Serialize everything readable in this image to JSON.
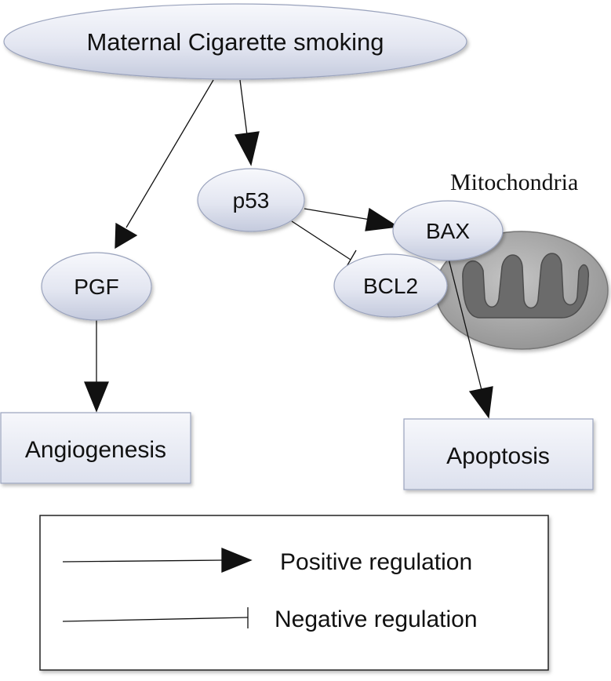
{
  "nodes": {
    "source": "Maternal Cigarette smoking",
    "p53": "p53",
    "pgf": "PGF",
    "bax": "BAX",
    "bcl2": "BCL2",
    "angiogenesis": "Angiogenesis",
    "apoptosis": "Apoptosis",
    "mitochondria": "Mitochondria"
  },
  "legend": {
    "positive": "Positive regulation",
    "negative": "Negative regulation"
  },
  "colors": {
    "node_fill_light": "#f4f5fa",
    "node_fill_dark": "#c7cde0",
    "node_stroke": "#9aa3bd",
    "mito_outer": "#a3a3a3",
    "mito_inner": "#6a6a6a"
  }
}
